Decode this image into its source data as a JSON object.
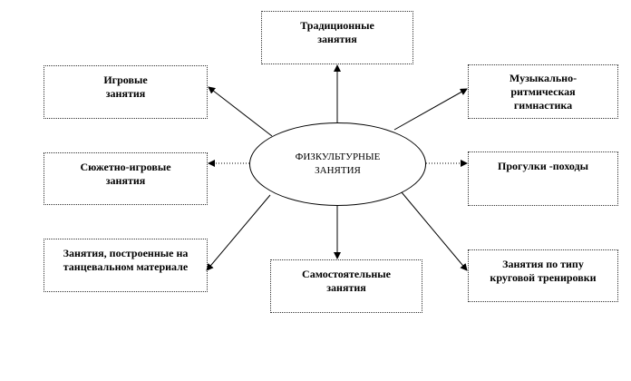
{
  "center": {
    "label": "ФИЗКУЛЬТУРНЫЕ\nЗАНЯТИЯ"
  },
  "boxes": {
    "traditional": "Традиционные\nзанятия",
    "game": "Игровые\nзанятия",
    "musical": "Музыкально-\nритмическая\nгимнастика",
    "plot_game": "Сюжетно-игровые\nзанятия",
    "walks": "Прогулки -походы",
    "dance": "Занятия, построенные на\nтанцевальном материале",
    "independent": "Самостоятельные\nзанятия",
    "circuit": "Занятия по типу\nкруговой тренировки"
  }
}
